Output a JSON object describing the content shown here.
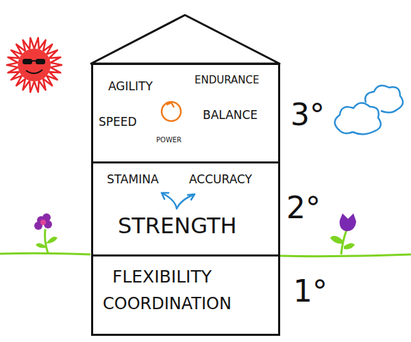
{
  "diagram": {
    "nodes": [
      {
        "text": [
          "AGILITY",
          "ENDURANCE",
          "SPEED",
          "BALANCE",
          "POWER"
        ]
      },
      {
        "text": [
          "STAMINA",
          "ACCURACY",
          "STRENGTH"
        ]
      },
      {
        "text": [
          "FLEXIBILITY",
          "COORDINATION"
        ]
      }
    ],
    "labels": [
      "3°",
      "2°",
      "1°"
    ]
  }
}
